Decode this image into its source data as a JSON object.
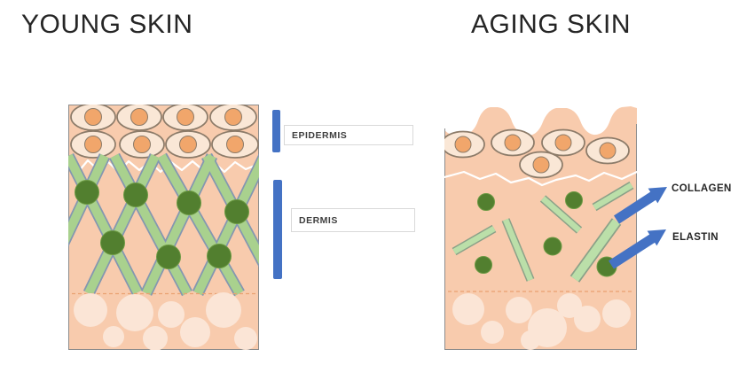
{
  "slide": {
    "young": {
      "title": "YOUNG SKIN"
    },
    "aging": {
      "title": "AGING SKIN"
    },
    "layer_labels": {
      "epidermis": "EPIDERMIS",
      "dermis": "DERMIS"
    },
    "fiber_labels": {
      "collagen": "COLLAGEN",
      "elastin": "ELASTIN"
    }
  },
  "colors": {
    "title_text": "#262626",
    "label_text": "#3f3f3f",
    "annotation_text": "#262626",
    "accent_blue": "#4472C4",
    "skin_peach": "#F8CBAD",
    "fat_cell": "#FBE5D6",
    "cell_body": "#FAE7D6",
    "cell_nucleus": "#F1A66B",
    "cell_outline": "#8C7B69",
    "fiber_green": "#A9D18E",
    "fiber_green_light": "#BBDFA9",
    "fiber_outline": "#8497B0",
    "fiber_outline_aging": "#8BA188",
    "elastin_green": "#527F2F",
    "elastin_edge": "#6C9A43",
    "dotted_line": "#E9A171",
    "panel_border": "#8C8C8C",
    "label_box_border": "#D9D9D9",
    "label_box_bg": "#FFFFFF",
    "wrinkle_white": "#FFFFFF"
  }
}
